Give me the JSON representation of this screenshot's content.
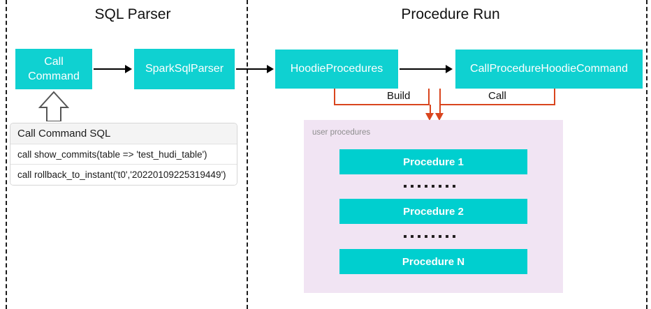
{
  "diagram": {
    "sections": [
      {
        "id": "sql-parser",
        "title": "SQL Parser"
      },
      {
        "id": "procedure-run",
        "title": "Procedure Run"
      }
    ],
    "nodes": {
      "call_command": "Call Command",
      "call_command_line1": "Call",
      "call_command_line2": "Command",
      "spark_sql_parser": "SparkSqlParser",
      "hoodie_procedures": "HoodieProcedures",
      "call_procedure_hoodie_command": "CallProcedureHoodieCommand"
    },
    "edge_labels": {
      "build": "Build",
      "call": "Call"
    },
    "sql_table": {
      "header": "Call Command SQL",
      "rows": [
        "call show_commits(table => 'test_hudi_table')",
        "call rollback_to_instant('t0','20220109225319449')"
      ]
    },
    "user_procedures": {
      "caption": "user procedures",
      "items": [
        "Procedure 1",
        "Procedure 2",
        "Procedure N"
      ],
      "ellipsis_dot_count": 8
    },
    "colors": {
      "teal_box": "#0fd1d1",
      "teal_procedure": "#00cfcf",
      "orange_connector": "#d9451e",
      "panel_background": "#f1e4f3",
      "divider": "#1a1a1a",
      "text_dark": "#111111",
      "caption_gray": "#8d8d8d"
    }
  }
}
